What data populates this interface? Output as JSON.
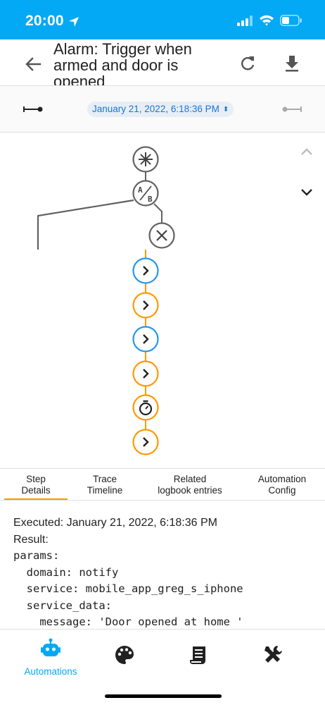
{
  "status_bar": {
    "time": "20:00"
  },
  "header": {
    "title": "Alarm: Trigger when armed and door is opened"
  },
  "trace_nav": {
    "selected_trace": "January 21, 2022, 6:18:36 PM"
  },
  "graph": {
    "colors": {
      "inactive": "#616161",
      "path": "#ff9800",
      "action_blue": "#2196f3",
      "action_orange": "#ff9800"
    },
    "nodes": [
      {
        "kind": "trigger",
        "icon": "asterisk-icon",
        "color": "#616161"
      },
      {
        "kind": "choose",
        "icon": "ab-testing-icon",
        "color": "#616161",
        "label_a": "A",
        "label_b": "B"
      },
      {
        "kind": "condition",
        "icon": "close-icon",
        "color": "#616161"
      },
      {
        "kind": "action",
        "icon": "chevron-right-icon",
        "color": "#2196f3"
      },
      {
        "kind": "action",
        "icon": "chevron-right-icon",
        "color": "#ff9800"
      },
      {
        "kind": "action",
        "icon": "chevron-right-icon",
        "color": "#2196f3"
      },
      {
        "kind": "action",
        "icon": "chevron-right-icon",
        "color": "#ff9800"
      },
      {
        "kind": "delay",
        "icon": "timer-icon",
        "color": "#ff9800"
      },
      {
        "kind": "action",
        "icon": "chevron-right-icon",
        "color": "#ff9800"
      }
    ]
  },
  "tabs": [
    {
      "label_line1": "Step",
      "label_line2": "Details",
      "active": true
    },
    {
      "label_line1": "Trace",
      "label_line2": "Timeline",
      "active": false
    },
    {
      "label_line1": "Related",
      "label_line2": "logbook entries",
      "active": false
    },
    {
      "label_line1": "Automation",
      "label_line2": "Config",
      "active": false
    }
  ],
  "details": {
    "executed": "Executed: January 21, 2022, 6:18:36 PM",
    "result_label": "Result:",
    "yaml_lines": [
      "params:",
      "  domain: notify",
      "  service: mobile_app_greg_s_iphone",
      "  service_data:",
      "    message: 'Door opened at home '"
    ]
  },
  "bottom_nav": {
    "automations_label": "Automations",
    "accent": "#03a9f4"
  }
}
